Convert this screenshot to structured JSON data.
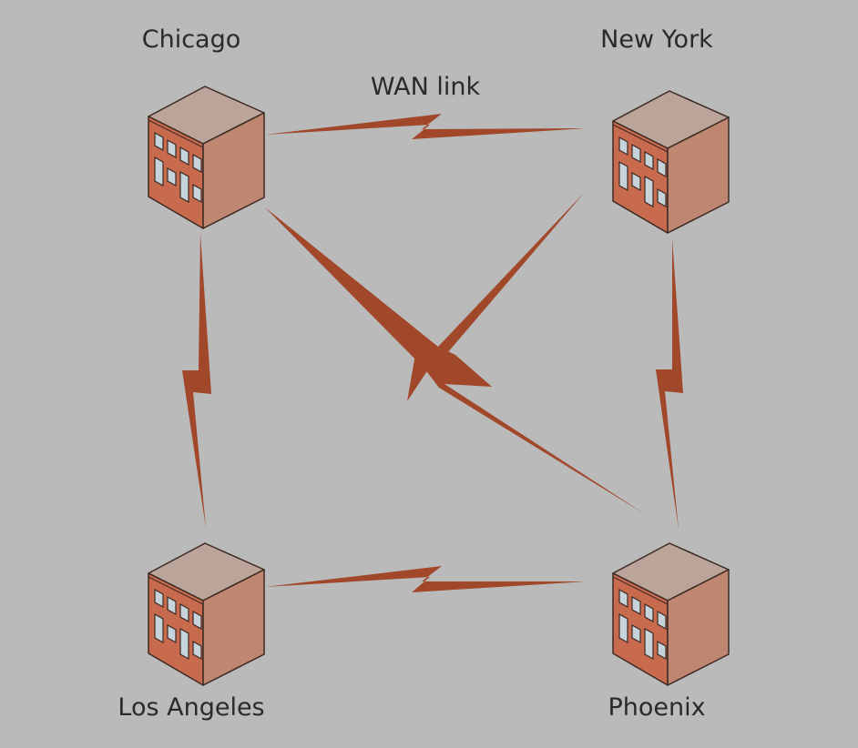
{
  "diagram": {
    "annotation": "WAN link",
    "nodes": [
      {
        "id": "chicago",
        "label": "Chicago"
      },
      {
        "id": "new_york",
        "label": "New York"
      },
      {
        "id": "los_angeles",
        "label": "Los Angeles"
      },
      {
        "id": "phoenix",
        "label": "Phoenix"
      }
    ],
    "links": [
      {
        "from": "chicago",
        "to": "new_york"
      },
      {
        "from": "chicago",
        "to": "los_angeles"
      },
      {
        "from": "chicago",
        "to": "phoenix"
      },
      {
        "from": "new_york",
        "to": "los_angeles"
      },
      {
        "from": "new_york",
        "to": "phoenix"
      },
      {
        "from": "los_angeles",
        "to": "phoenix"
      }
    ]
  },
  "colors": {
    "background": "#bababa",
    "link": "#a1472a",
    "roof": "#bba49a",
    "building_front": "#c86a4e",
    "building_side": "#bf8672",
    "window": "#c6d3da",
    "outline": "#3c2a22"
  }
}
